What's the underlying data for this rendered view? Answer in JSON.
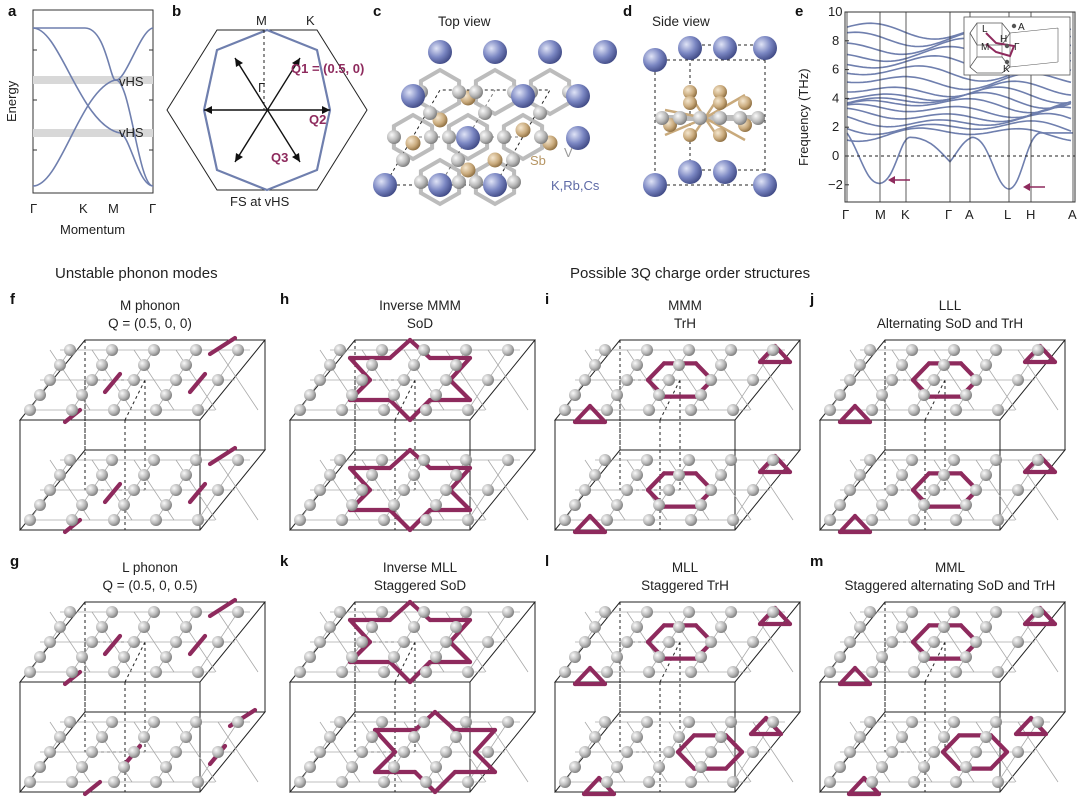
{
  "panels": {
    "a": {
      "label": "a",
      "ylabel": "Energy",
      "xlabel": "Momentum",
      "ticks": [
        "Γ",
        "K",
        "M",
        "Γ"
      ],
      "annotations": [
        "vHS",
        "vHS"
      ]
    },
    "b": {
      "label": "b",
      "points": [
        "M",
        "K",
        "Γ"
      ],
      "vectors": [
        "Q1 = (0.5, 0)",
        "Q2",
        "Q3"
      ],
      "caption": "FS at vHS"
    },
    "c": {
      "label": "c",
      "title": "Top view",
      "atoms": [
        "Sb",
        "V",
        "K,Rb,Cs"
      ]
    },
    "d": {
      "label": "d",
      "title": "Side view"
    },
    "e": {
      "label": "e",
      "ylabel": "Frequency (THz)",
      "yticks": [
        "10",
        "8",
        "6",
        "4",
        "2",
        "0",
        "−2"
      ],
      "xticks": [
        "Γ",
        "M",
        "K",
        "Γ",
        "A",
        "L",
        "H",
        "A"
      ],
      "inset_points": [
        "L",
        "A",
        "H",
        "M",
        "Γ",
        "K"
      ]
    }
  },
  "section_headers": {
    "left": "Unstable phonon modes",
    "right": "Possible 3Q charge order structures"
  },
  "structures": [
    {
      "id": "f",
      "title1": "M phonon",
      "title2": "Q = (0.5, 0, 0)"
    },
    {
      "id": "h",
      "title1": "Inverse MMM",
      "title2": "SoD"
    },
    {
      "id": "i",
      "title1": "MMM",
      "title2": "TrH"
    },
    {
      "id": "j",
      "title1": "LLL",
      "title2": "Alternating SoD and TrH"
    },
    {
      "id": "g",
      "title1": "L phonon",
      "title2": "Q = (0.5, 0, 0.5)"
    },
    {
      "id": "k",
      "title1": "Inverse MLL",
      "title2": "Staggered SoD"
    },
    {
      "id": "l",
      "title1": "MLL",
      "title2": "Staggered TrH"
    },
    {
      "id": "m",
      "title1": "MML",
      "title2": "Staggered alternating SoD and TrH"
    }
  ],
  "colors": {
    "band": "#6f7fae",
    "bond": "#8e2a5d",
    "alkali_atom": "#7a86c2",
    "sb_atom": "#c9aa7c",
    "v_atom": "#b8b8b8"
  }
}
